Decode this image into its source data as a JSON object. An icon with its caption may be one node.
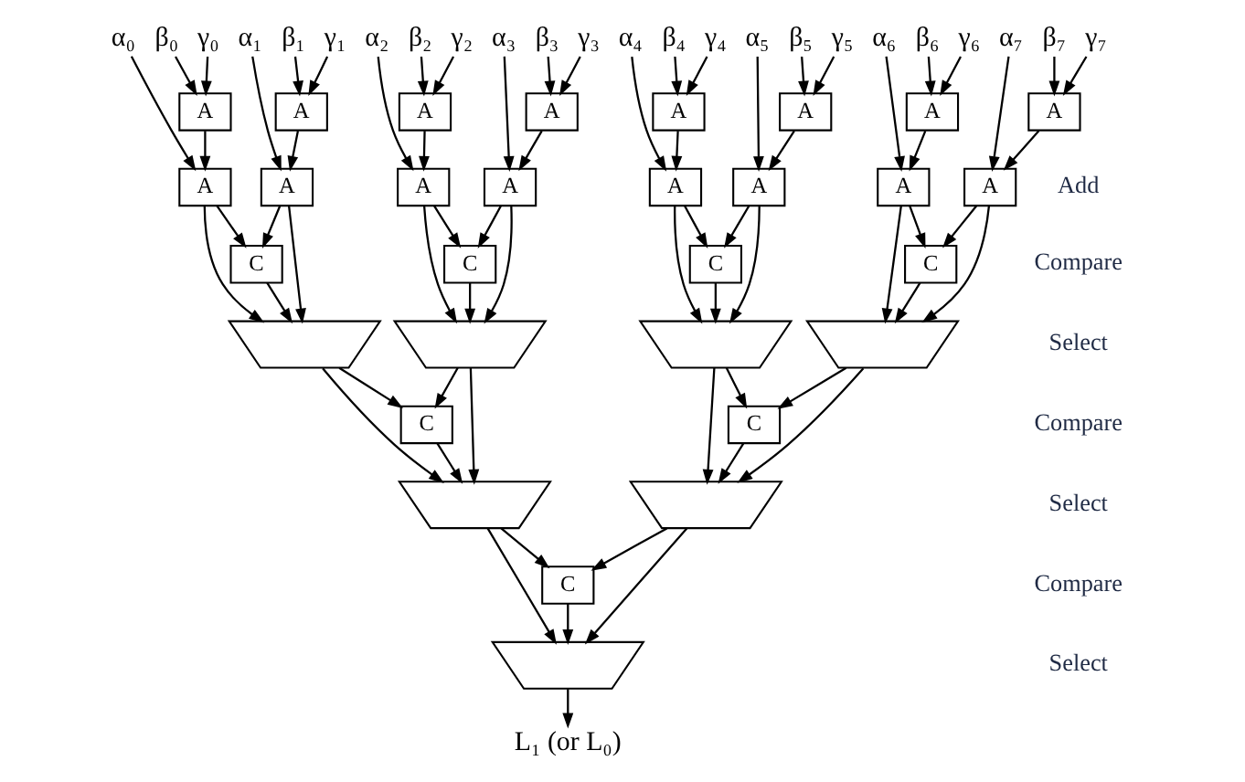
{
  "diagram": {
    "nodes": [
      {
        "text": [
          "α₀"
        ]
      },
      {
        "text": [
          "β₀"
        ]
      },
      {
        "text": [
          "γ₀"
        ]
      },
      {
        "text": [
          "α₁"
        ]
      },
      {
        "text": [
          "β₁"
        ]
      },
      {
        "text": [
          "γ₁"
        ]
      },
      {
        "text": [
          "α₂"
        ]
      },
      {
        "text": [
          "β₂"
        ]
      },
      {
        "text": [
          "γ₂"
        ]
      },
      {
        "text": [
          "α₃"
        ]
      },
      {
        "text": [
          "β₃"
        ]
      },
      {
        "text": [
          "γ₃"
        ]
      },
      {
        "text": [
          "α₄"
        ]
      },
      {
        "text": [
          "β₄"
        ]
      },
      {
        "text": [
          "γ₄"
        ]
      },
      {
        "text": [
          "α₅"
        ]
      },
      {
        "text": [
          "β₅"
        ]
      },
      {
        "text": [
          "γ₅"
        ]
      },
      {
        "text": [
          "α₆"
        ]
      },
      {
        "text": [
          "β₆"
        ]
      },
      {
        "text": [
          "γ₆"
        ]
      },
      {
        "text": [
          "α₇"
        ]
      },
      {
        "text": [
          "β₇"
        ]
      },
      {
        "text": [
          "γ₇"
        ]
      },
      {
        "text": [
          "A"
        ]
      },
      {
        "text": [
          "A"
        ]
      },
      {
        "text": [
          "A"
        ]
      },
      {
        "text": [
          "A"
        ]
      },
      {
        "text": [
          "A"
        ]
      },
      {
        "text": [
          "A"
        ]
      },
      {
        "text": [
          "A"
        ]
      },
      {
        "text": [
          "A"
        ]
      },
      {
        "text": [
          "A"
        ]
      },
      {
        "text": [
          "A"
        ]
      },
      {
        "text": [
          "A"
        ]
      },
      {
        "text": [
          "A"
        ]
      },
      {
        "text": [
          "A"
        ]
      },
      {
        "text": [
          "A"
        ]
      },
      {
        "text": [
          "A"
        ]
      },
      {
        "text": [
          "A"
        ]
      },
      {
        "text": [
          "C"
        ]
      },
      {
        "text": [
          "C"
        ]
      },
      {
        "text": [
          "C"
        ]
      },
      {
        "text": [
          "C"
        ]
      },
      {
        "text": [],
        "shape": "trapezoid"
      },
      {
        "text": [],
        "shape": "trapezoid"
      },
      {
        "text": [],
        "shape": "trapezoid"
      },
      {
        "text": [],
        "shape": "trapezoid"
      },
      {
        "text": [
          "C"
        ]
      },
      {
        "text": [
          "C"
        ]
      },
      {
        "text": [],
        "shape": "trapezoid"
      },
      {
        "text": [],
        "shape": "trapezoid"
      },
      {
        "text": [
          "C"
        ]
      },
      {
        "text": [],
        "shape": "trapezoid"
      },
      {
        "text": [
          "L₁ (or L₀)"
        ]
      }
    ],
    "edges": [
      {
        "from": 1,
        "to": 24,
        "arrow": "to"
      },
      {
        "from": 2,
        "to": 24,
        "arrow": "to"
      },
      {
        "from": 4,
        "to": 25,
        "arrow": "to"
      },
      {
        "from": 5,
        "to": 25,
        "arrow": "to"
      },
      {
        "from": 7,
        "to": 26,
        "arrow": "to"
      },
      {
        "from": 8,
        "to": 26,
        "arrow": "to"
      },
      {
        "from": 10,
        "to": 27,
        "arrow": "to"
      },
      {
        "from": 11,
        "to": 27,
        "arrow": "to"
      },
      {
        "from": 13,
        "to": 28,
        "arrow": "to"
      },
      {
        "from": 14,
        "to": 28,
        "arrow": "to"
      },
      {
        "from": 16,
        "to": 29,
        "arrow": "to"
      },
      {
        "from": 17,
        "to": 29,
        "arrow": "to"
      },
      {
        "from": 19,
        "to": 30,
        "arrow": "to"
      },
      {
        "from": 20,
        "to": 30,
        "arrow": "to"
      },
      {
        "from": 22,
        "to": 31,
        "arrow": "to"
      },
      {
        "from": 23,
        "to": 31,
        "arrow": "to"
      },
      {
        "from": 0,
        "to": 32,
        "arrow": "to"
      },
      {
        "from": 24,
        "to": 32,
        "arrow": "to"
      },
      {
        "from": 3,
        "to": 33,
        "arrow": "to"
      },
      {
        "from": 25,
        "to": 33,
        "arrow": "to"
      },
      {
        "from": 6,
        "to": 34,
        "arrow": "to"
      },
      {
        "from": 26,
        "to": 34,
        "arrow": "to"
      },
      {
        "from": 9,
        "to": 35,
        "arrow": "to"
      },
      {
        "from": 27,
        "to": 35,
        "arrow": "to"
      },
      {
        "from": 12,
        "to": 36,
        "arrow": "to"
      },
      {
        "from": 28,
        "to": 36,
        "arrow": "to"
      },
      {
        "from": 15,
        "to": 37,
        "arrow": "to"
      },
      {
        "from": 29,
        "to": 37,
        "arrow": "to"
      },
      {
        "from": 18,
        "to": 38,
        "arrow": "to"
      },
      {
        "from": 30,
        "to": 38,
        "arrow": "to"
      },
      {
        "from": 21,
        "to": 39,
        "arrow": "to"
      },
      {
        "from": 31,
        "to": 39,
        "arrow": "to"
      },
      {
        "from": 32,
        "to": 40,
        "arrow": "to"
      },
      {
        "from": 33,
        "to": 40,
        "arrow": "to"
      },
      {
        "from": 32,
        "to": 44,
        "arrow": "to"
      },
      {
        "from": 40,
        "to": 44,
        "arrow": "to"
      },
      {
        "from": 33,
        "to": 44,
        "arrow": "to"
      },
      {
        "from": 34,
        "to": 41,
        "arrow": "to"
      },
      {
        "from": 35,
        "to": 41,
        "arrow": "to"
      },
      {
        "from": 34,
        "to": 45,
        "arrow": "to"
      },
      {
        "from": 41,
        "to": 45,
        "arrow": "to"
      },
      {
        "from": 35,
        "to": 45,
        "arrow": "to"
      },
      {
        "from": 36,
        "to": 42,
        "arrow": "to"
      },
      {
        "from": 37,
        "to": 42,
        "arrow": "to"
      },
      {
        "from": 36,
        "to": 46,
        "arrow": "to"
      },
      {
        "from": 42,
        "to": 46,
        "arrow": "to"
      },
      {
        "from": 37,
        "to": 46,
        "arrow": "to"
      },
      {
        "from": 38,
        "to": 43,
        "arrow": "to"
      },
      {
        "from": 39,
        "to": 43,
        "arrow": "to"
      },
      {
        "from": 38,
        "to": 47,
        "arrow": "to"
      },
      {
        "from": 43,
        "to": 47,
        "arrow": "to"
      },
      {
        "from": 39,
        "to": 47,
        "arrow": "to"
      },
      {
        "from": 44,
        "to": 48,
        "arrow": "to"
      },
      {
        "from": 45,
        "to": 48,
        "arrow": "to"
      },
      {
        "from": 44,
        "to": 50,
        "arrow": "to"
      },
      {
        "from": 48,
        "to": 50,
        "arrow": "to"
      },
      {
        "from": 45,
        "to": 50,
        "arrow": "to"
      },
      {
        "from": 46,
        "to": 49,
        "arrow": "to"
      },
      {
        "from": 47,
        "to": 49,
        "arrow": "to"
      },
      {
        "from": 46,
        "to": 51,
        "arrow": "to"
      },
      {
        "from": 49,
        "to": 51,
        "arrow": "to"
      },
      {
        "from": 47,
        "to": 51,
        "arrow": "to"
      },
      {
        "from": 50,
        "to": 52,
        "arrow": "to"
      },
      {
        "from": 51,
        "to": 52,
        "arrow": "to"
      },
      {
        "from": 50,
        "to": 53,
        "arrow": "to"
      },
      {
        "from": 52,
        "to": 53,
        "arrow": "to"
      },
      {
        "from": 51,
        "to": 53,
        "arrow": "to"
      },
      {
        "from": 53,
        "to": 54,
        "arrow": "to"
      }
    ],
    "labels": [
      "Add",
      "Compare",
      "Select",
      "Compare",
      "Select",
      "Compare",
      "Select"
    ]
  }
}
